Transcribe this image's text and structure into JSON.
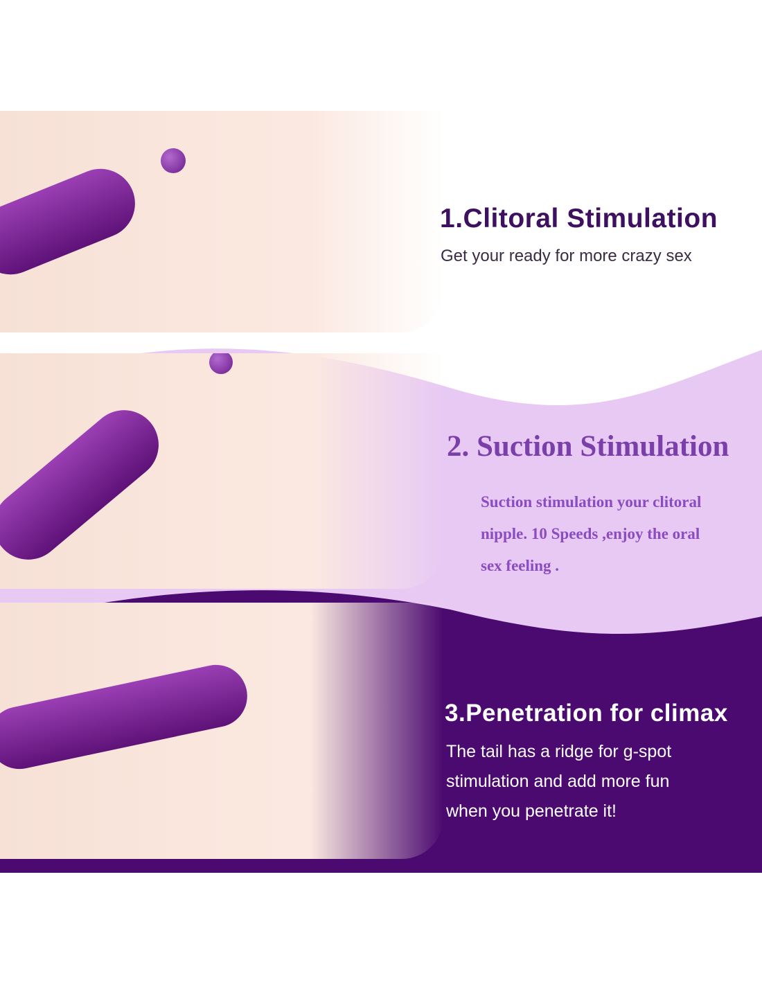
{
  "colors": {
    "light_purple": "#e8c9f4",
    "dark_purple": "#4b0a70",
    "title1": "#3d1060",
    "title2": "#7a3fa8"
  },
  "sections": [
    {
      "title": "1.Clitoral Stimulation",
      "body": [
        "Get your ready for more crazy sex"
      ]
    },
    {
      "title": "2. Suction Stimulation",
      "body": [
        "Suction stimulation your clitoral",
        "nipple. 10 Speeds ,enjoy the oral",
        "sex feeling ."
      ]
    },
    {
      "title": "3.Penetration for climax",
      "body": [
        "The tail has a ridge for g-spot",
        "stimulation and add more fun",
        "when you penetrate it!"
      ]
    }
  ]
}
